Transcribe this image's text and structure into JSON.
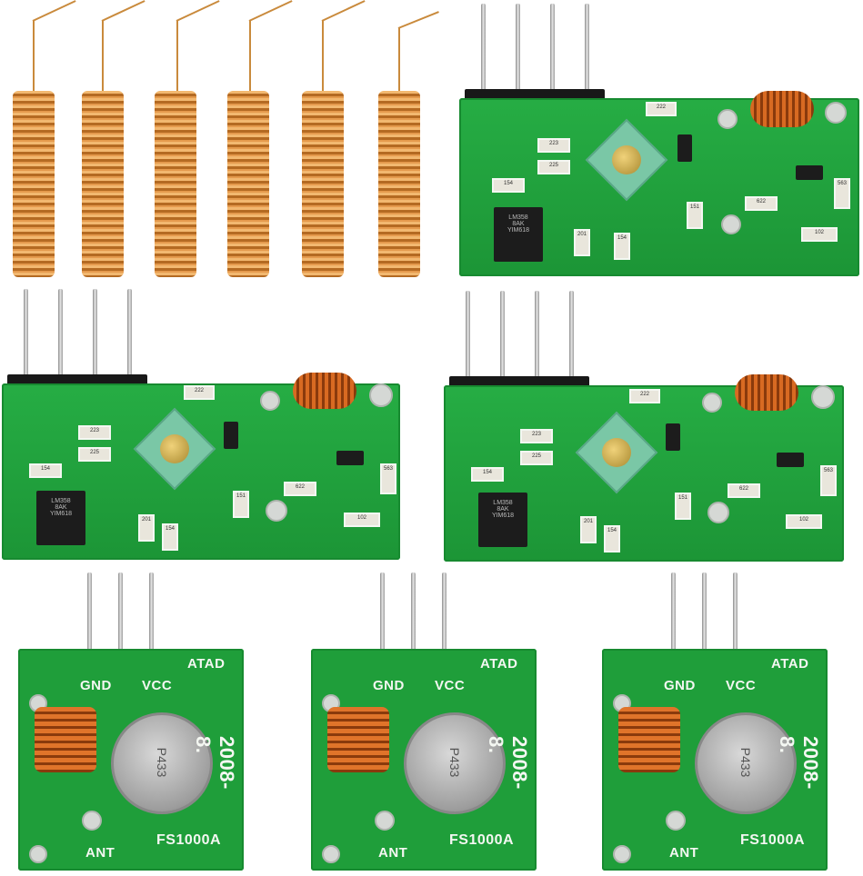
{
  "image": {
    "subject": "433MHz RF transmitter and receiver module kit",
    "background_color": "#ffffff"
  },
  "antennas": {
    "count": 6,
    "color": "#d08a3e"
  },
  "receivers": [
    {
      "chip_label": "LM358",
      "chip_sub": "8AK",
      "chip_code": "YIM618",
      "smd_labels": [
        "222",
        "223",
        "225",
        "154",
        "622",
        "102",
        "201",
        "563",
        "154",
        "151"
      ]
    },
    {
      "chip_label": "LM358",
      "chip_sub": "8AK",
      "chip_code": "YIM618",
      "smd_labels": [
        "222",
        "223",
        "225",
        "154",
        "622",
        "102",
        "201",
        "563",
        "154",
        "151"
      ]
    },
    {
      "chip_label": "LM358",
      "chip_sub": "8AK",
      "chip_code": "YIM618",
      "smd_labels": [
        "222",
        "223",
        "225",
        "154",
        "622",
        "102",
        "201",
        "563",
        "154",
        "151"
      ]
    }
  ],
  "transmitters": [
    {
      "gnd": "GND",
      "vcc": "VCC",
      "data": "ATAD",
      "date": "2008-8.",
      "model": "FS1000A",
      "ant": "ANT",
      "crystal": "P433"
    },
    {
      "gnd": "GND",
      "vcc": "VCC",
      "data": "ATAD",
      "date": "2008-8.",
      "model": "FS1000A",
      "ant": "ANT",
      "crystal": "P433"
    },
    {
      "gnd": "GND",
      "vcc": "VCC",
      "data": "ATAD",
      "date": "2008-8.",
      "model": "FS1000A",
      "ant": "ANT",
      "crystal": "P433"
    }
  ]
}
